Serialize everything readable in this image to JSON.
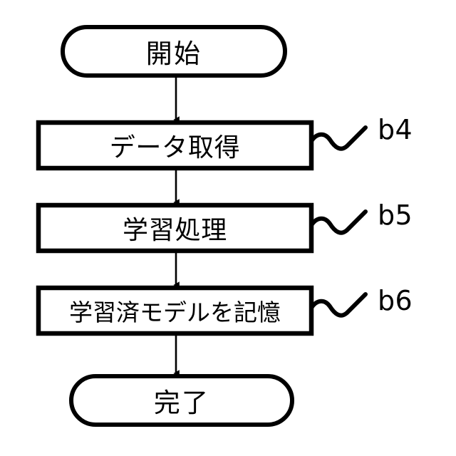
{
  "diagram": {
    "type": "flowchart",
    "orientation": "vertical",
    "background_color": "#ffffff",
    "stroke_color": "#000000",
    "nodes": [
      {
        "id": "start",
        "shape": "stadium",
        "label": "開始"
      },
      {
        "id": "process-1",
        "shape": "rectangle",
        "label": "データ取得"
      },
      {
        "id": "process-2",
        "shape": "rectangle",
        "label": "学習処理"
      },
      {
        "id": "process-3",
        "shape": "rectangle",
        "label": "学習済モデルを記憶"
      },
      {
        "id": "end",
        "shape": "stadium",
        "label": "完了"
      }
    ],
    "reference_labels": [
      {
        "id": "b4",
        "text": "b4",
        "points_to": "process-1"
      },
      {
        "id": "b5",
        "text": "b5",
        "points_to": "process-2"
      },
      {
        "id": "b6",
        "text": "b6",
        "points_to": "process-3"
      }
    ],
    "connectors": [
      {
        "from": "start",
        "to": "process-1",
        "arrowhead": "filled-triangle"
      },
      {
        "from": "process-1",
        "to": "process-2",
        "arrowhead": "filled-triangle"
      },
      {
        "from": "process-2",
        "to": "process-3",
        "arrowhead": "filled-triangle"
      },
      {
        "from": "process-3",
        "to": "end",
        "arrowhead": "filled-triangle"
      }
    ]
  }
}
